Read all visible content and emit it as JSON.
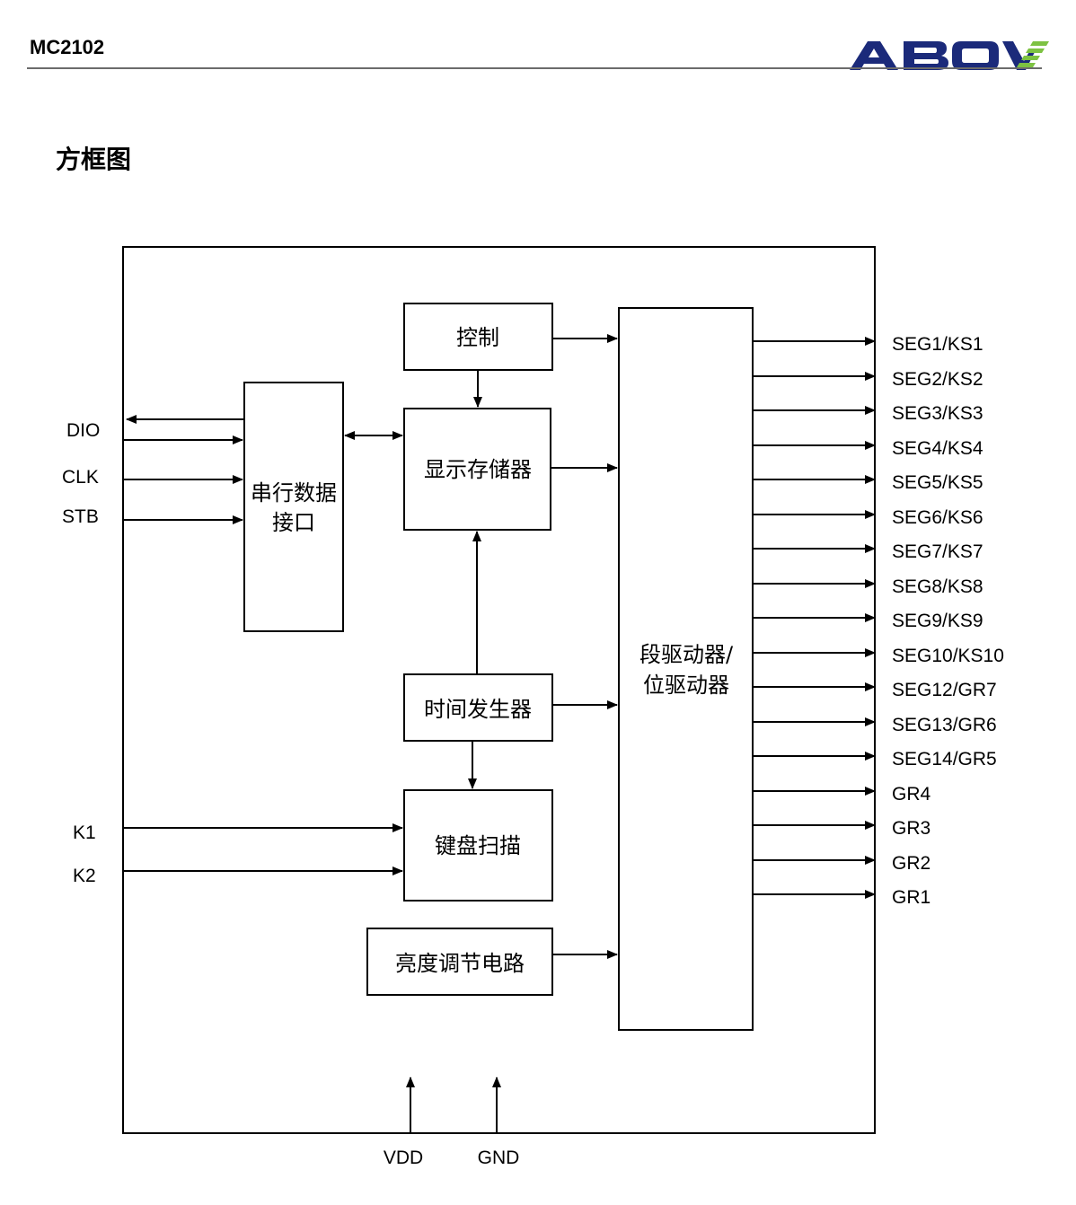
{
  "header": {
    "part_number": "MC2102",
    "brand_logo_text": "ABOV",
    "brand_accent_color": "#7dc242",
    "brand_primary_color": "#1b2a7a"
  },
  "section_title": "方框图",
  "diagram": {
    "blocks": {
      "control": "控制",
      "serial_line1": "串行数据",
      "serial_line2": "接口",
      "display_memory": "显示存储器",
      "driver_line1": "段驱动器/",
      "driver_line2": "位驱动器",
      "timing_generator": "时间发生器",
      "keyscan": "键盘扫描",
      "dimming_circuit": "亮度调节电路"
    },
    "left_pins": {
      "dio": "DIO",
      "clk": "CLK",
      "stb": "STB",
      "k1": "K1",
      "k2": "K2"
    },
    "bottom_pins": {
      "vdd": "VDD",
      "gnd": "GND"
    },
    "right_pins": [
      "SEG1/KS1",
      "SEG2/KS2",
      "SEG3/KS3",
      "SEG4/KS4",
      "SEG5/KS5",
      "SEG6/KS6",
      "SEG7/KS7",
      "SEG8/KS8",
      "SEG9/KS9",
      "SEG10/KS10",
      "SEG12/GR7",
      "SEG13/GR6",
      "SEG14/GR5",
      "GR4",
      "GR3",
      "GR2",
      "GR1"
    ]
  }
}
